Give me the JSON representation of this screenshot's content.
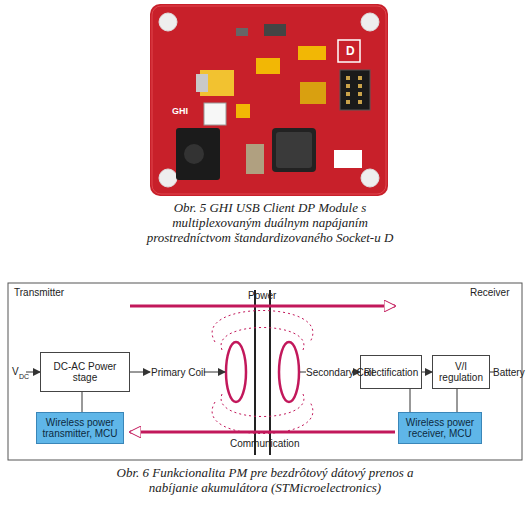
{
  "diagram": {
    "caption": "Obr. 6 Funkcionalita PM pre bezdrôtový dátový prenos a nabíjanie akumulátora (STMicroelectronics)",
    "nodes": [
      {
        "text": [
          "DC-AC Power stage"
        ]
      },
      {
        "text": [
          "Wireless power transmitter, MCU"
        ]
      },
      {
        "text": [
          "Rectification"
        ]
      },
      {
        "text": [
          "V/I regulation"
        ]
      },
      {
        "text": [
          "Wireless power receiver, MCU"
        ]
      }
    ],
    "edges": [
      {
        "from": 1,
        "to": 0,
        "arrow": "none"
      },
      {
        "from": 2,
        "to": 3,
        "arrow": "to"
      },
      {
        "from": 4,
        "to": 2,
        "arrow": "none"
      },
      {
        "from": 4,
        "to": 3,
        "arrow": "none"
      }
    ],
    "labels": [
      "Obr. 5 GHI USB Client DP Module s multiplexovaným duálnym napájaním prostredníctvom štandardizovaného Socket-u D",
      "Transmitter",
      "Receiver",
      "Power",
      "V",
      "DC",
      "Primary Coil",
      "Secondary Coil",
      "Battery",
      "Communication",
      "GHI",
      "D"
    ]
  }
}
